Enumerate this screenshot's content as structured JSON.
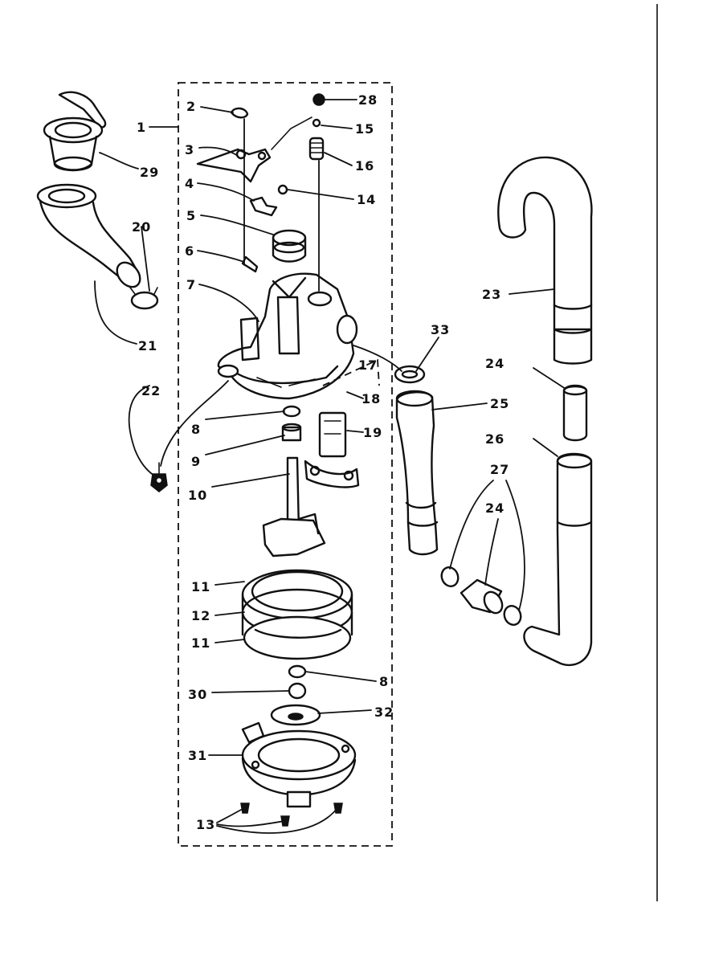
{
  "callouts": {
    "c1": "1",
    "c2": "2",
    "c3": "3",
    "c4": "4",
    "c5": "5",
    "c6": "6",
    "c7": "7",
    "c8a": "8",
    "c8b": "8",
    "c9": "9",
    "c10": "10",
    "c11a": "11",
    "c11b": "11",
    "c12": "12",
    "c13": "13",
    "c14": "14",
    "c15": "15",
    "c16": "16",
    "c17": "17",
    "c18": "18",
    "c19": "19",
    "c20": "20",
    "c21": "21",
    "c22": "22",
    "c23": "23",
    "c24a": "24",
    "c24b": "24",
    "c25": "25",
    "c26": "26",
    "c27": "27",
    "c28": "28",
    "c29": "29",
    "c30": "30",
    "c31": "31",
    "c32": "32",
    "c33": "33"
  }
}
